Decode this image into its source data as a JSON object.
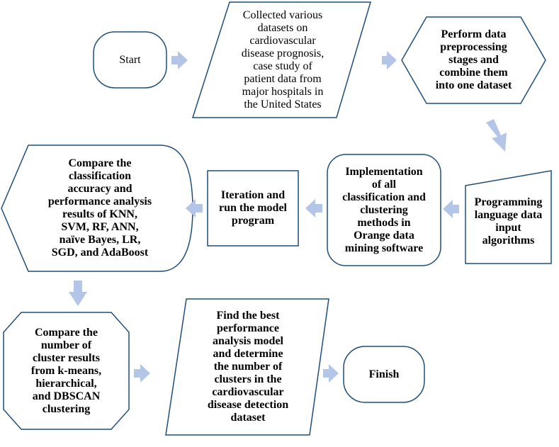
{
  "colors": {
    "stroke": "#1f4e79",
    "fill": "#ffffff",
    "arrow": "#b4c6e7"
  },
  "nodes": {
    "start": "Start",
    "collect": "Collected various\ndatasets on\ncardiovascular\ndisease prognosis,\ncase study of\npatient data from\nmajor hospitals in\nthe United States",
    "preprocess": "Perform data\npreprocessing\nstages and\ncombine them\ninto one dataset",
    "input": "Programming\nlanguage data\ninput\nalgorithms",
    "implement": "Implementation\nof all\nclassification and\nclustering\nmethods in\nOrange data\nmining software",
    "iterate": "Iteration and\nrun the model\nprogram",
    "compare_class": "Compare the\nclassification\naccuracy and\nperformance analysis\nresults of KNN,\nSVM, RF, ANN,\nnaïve Bayes, LR,\nSGD, and AdaBoost",
    "compare_cluster": "Compare the\nnumber of\ncluster results\nfrom k-means,\nhierarchical,\nand DBSCAN\nclustering",
    "best": "Find the best\nperformance\nanalysis model\nand determine\nthe number of\nclusters in the\ncardiovascular\ndisease detection\ndataset",
    "finish": "Finish"
  }
}
